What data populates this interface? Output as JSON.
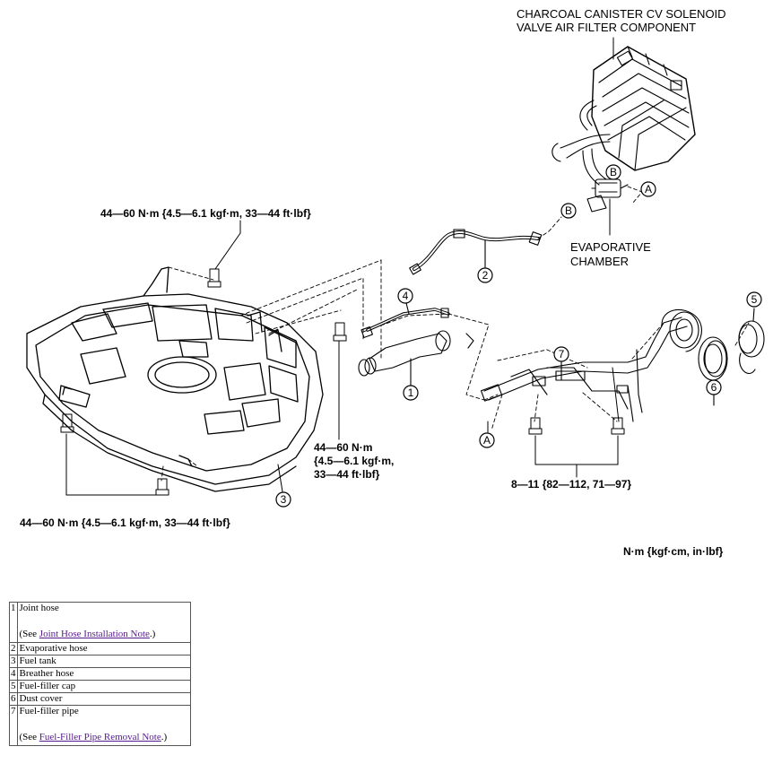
{
  "labels": {
    "canister_line1": "CHARCOAL CANISTER CV SOLENOID",
    "canister_line2": "VALVE AIR FILTER COMPONENT",
    "evap_line1": "EVAPORATIVE",
    "evap_line2": "CHAMBER",
    "torque_top": "44—60 N·m {4.5—6.1 kgf·m, 33—44 ft·lbf}",
    "torque_mid_1": "44—60 N·m",
    "torque_mid_2": "{4.5—6.1 kgf·m,",
    "torque_mid_3": "33—44 ft·lbf}",
    "torque_bottom": "44—60 N·m {4.5—6.1 kgf·m, 33—44 ft·lbf}",
    "torque_filler": "8—11 {82—112, 71—97}",
    "units": "N·m {kgf·cm, in·lbf}"
  },
  "callouts": {
    "c1": "1",
    "c2": "2",
    "c3": "3",
    "c4": "4",
    "c5": "5",
    "c6": "6",
    "c7": "7",
    "a1": "A",
    "a2": "A",
    "b1": "B",
    "b2": "B"
  },
  "legend": [
    {
      "num": "1",
      "name": "Joint hose",
      "note_prefix": "(See ",
      "note_link": "Joint Hose Installation Note",
      "note_suffix": ".)"
    },
    {
      "num": "2",
      "name": "Evaporative hose"
    },
    {
      "num": "3",
      "name": "Fuel tank"
    },
    {
      "num": "4",
      "name": "Breather hose"
    },
    {
      "num": "5",
      "name": "Fuel-filler cap"
    },
    {
      "num": "6",
      "name": "Dust cover"
    },
    {
      "num": "7",
      "name": "Fuel-filler pipe",
      "note_prefix": "(See ",
      "note_link": "Fuel-Filler Pipe Removal Note",
      "note_suffix": ".)"
    }
  ]
}
